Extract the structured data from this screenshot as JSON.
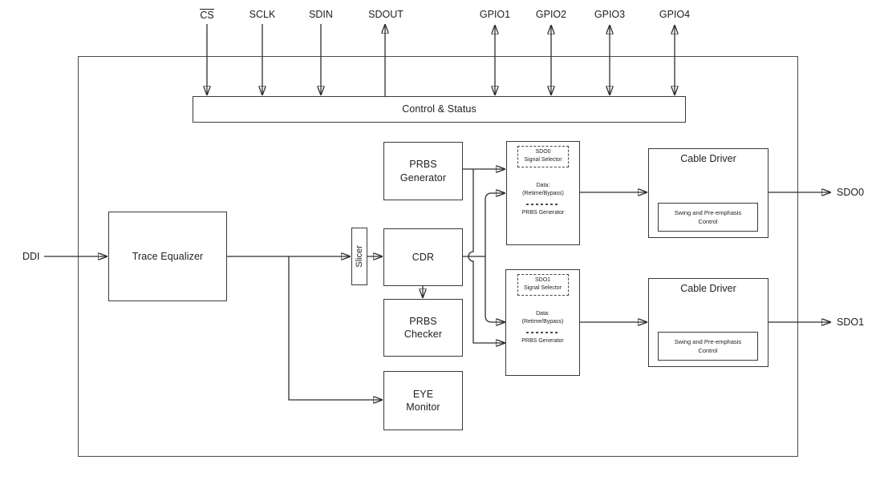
{
  "pins": {
    "top": [
      {
        "label": "CS",
        "overline": true,
        "direction": "input"
      },
      {
        "label": "SCLK",
        "direction": "input"
      },
      {
        "label": "SDIN",
        "direction": "input"
      },
      {
        "label": "SDOUT",
        "direction": "output"
      },
      {
        "label": "GPIO1",
        "direction": "bidirectional"
      },
      {
        "label": "GPIO2",
        "direction": "bidirectional"
      },
      {
        "label": "GPIO3",
        "direction": "bidirectional"
      },
      {
        "label": "GPIO4",
        "direction": "bidirectional"
      }
    ],
    "left": {
      "label": "DDI"
    },
    "right": [
      {
        "label": "SDO0"
      },
      {
        "label": "SDO1"
      }
    ]
  },
  "blocks": {
    "control_status": {
      "label": "Control & Status"
    },
    "trace_equalizer": {
      "label": "Trace Equalizer"
    },
    "slicer": {
      "label": "Slicer"
    },
    "prbs_generator": {
      "line1": "PRBS",
      "line2": "Generator"
    },
    "cdr": {
      "label": "CDR"
    },
    "prbs_checker": {
      "line1": "PRBS",
      "line2": "Checker"
    },
    "eye_monitor": {
      "line1": "EYE",
      "line2": "Monitor"
    },
    "signal_selectors": [
      {
        "header_title": "SDO0",
        "header_subtitle": "Signal Selector",
        "option_data_line1": "Data:",
        "option_data_line2": "(Retime/Bypass)",
        "option_prbs": "PRBS Generator"
      },
      {
        "header_title": "SDO1",
        "header_subtitle": "Signal Selector",
        "option_data_line1": "Data:",
        "option_data_line2": "(Retime/Bypass)",
        "option_prbs": "PRBS Generator"
      }
    ],
    "cable_drivers": [
      {
        "title": "Cable Driver",
        "inner_line1": "Swing and Pre-emphasis",
        "inner_line2": "Control"
      },
      {
        "title": "Cable Driver",
        "inner_line1": "Swing and Pre-emphasis",
        "inner_line2": "Control"
      }
    ]
  },
  "colors": {
    "wire": "#2e2e2e",
    "border": "#3a3a3a",
    "text": "#1f1f1f",
    "background": "#ffffff"
  }
}
